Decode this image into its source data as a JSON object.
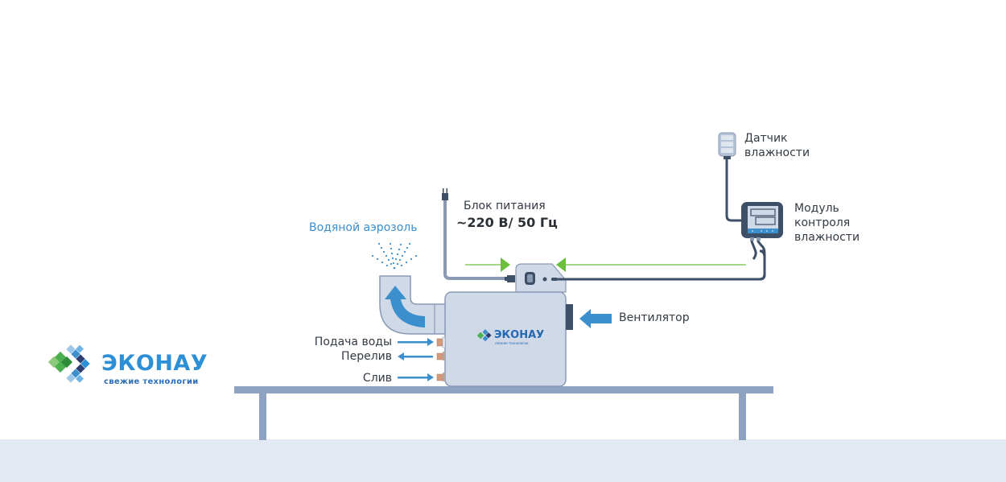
{
  "brand": {
    "name": "ЭКОНАУ",
    "tagline": "свежие технологии",
    "colors": {
      "primary_blue": "#2d8fd6",
      "dark_blue": "#2d3e73",
      "green": "#5cb85c"
    }
  },
  "labels": {
    "aerosol": "Водяной аэрозоль",
    "power_title": "Блок питания",
    "power_spec": "~220 В/ 50 Гц",
    "fan": "Вентилятор",
    "water_supply": "Подача воды",
    "overflow": "Перелив",
    "drain": "Слив",
    "sensor_line1": "Датчик",
    "sensor_line2": "влажности",
    "module_line1": "Модуль",
    "module_line2": "контроля",
    "module_line3": "влажности"
  },
  "icons": {
    "plug": "power-plug-icon",
    "sensor": "humidity-sensor-icon",
    "controller": "humidity-controller-icon",
    "fan_arrow": "arrow-left-icon",
    "aerosol_arrow": "curved-arrow-up-icon"
  },
  "colors": {
    "unit_fill": "#cfd9e8",
    "unit_stroke": "#8a9ab5",
    "cable": "#3d5068",
    "arrow_blue": "#3a8fcc",
    "arrow_green": "#6cbf3c",
    "table": "#8ea3c1",
    "floor": "#e2e9f3",
    "fitting": "#d49a7a"
  }
}
